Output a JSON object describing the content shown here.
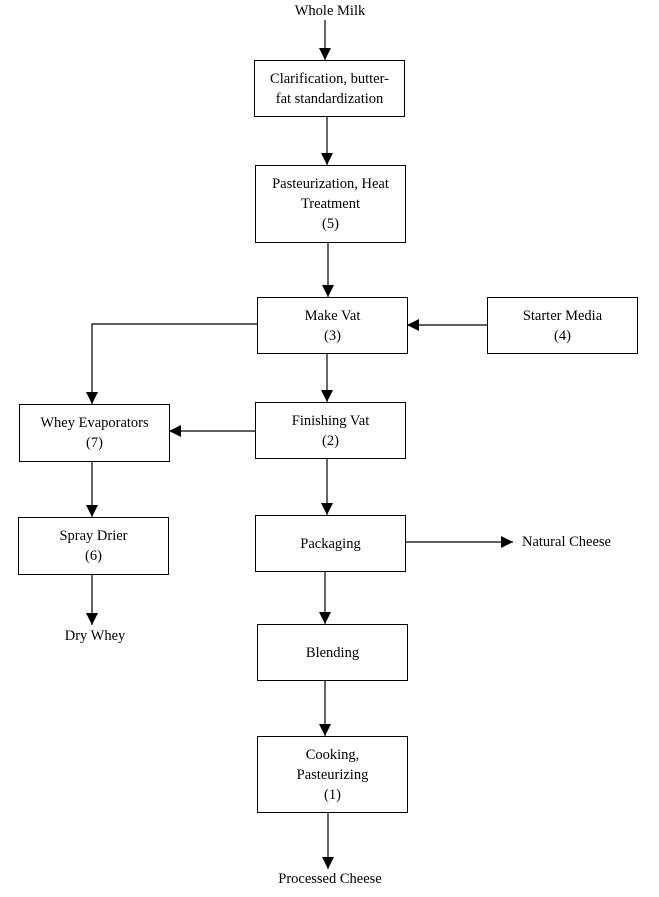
{
  "diagram": {
    "inputs": {
      "whole_milk": "Whole Milk",
      "starter_media": "Starter Media",
      "starter_media_num": "(4)"
    },
    "steps": {
      "clarification": {
        "line1": "Clarification, butter-",
        "line2": "fat standardization"
      },
      "pasteurization": {
        "line1": "Pasteurization, Heat",
        "line2": "Treatment",
        "num": "(5)"
      },
      "make_vat": {
        "line1": "Make Vat",
        "num": "(3)"
      },
      "finishing_vat": {
        "line1": "Finishing Vat",
        "num": "(2)"
      },
      "whey_evaporators": {
        "line1": "Whey Evaporators",
        "num": "(7)"
      },
      "spray_drier": {
        "line1": "Spray Drier",
        "num": "(6)"
      },
      "packaging": {
        "line1": "Packaging"
      },
      "blending": {
        "line1": "Blending"
      },
      "cooking": {
        "line1": "Cooking,",
        "line2": "Pasteurizing",
        "num": "(1)"
      }
    },
    "outputs": {
      "natural_cheese": "Natural Cheese",
      "dry_whey": "Dry Whey",
      "processed_cheese": "Processed Cheese"
    }
  }
}
